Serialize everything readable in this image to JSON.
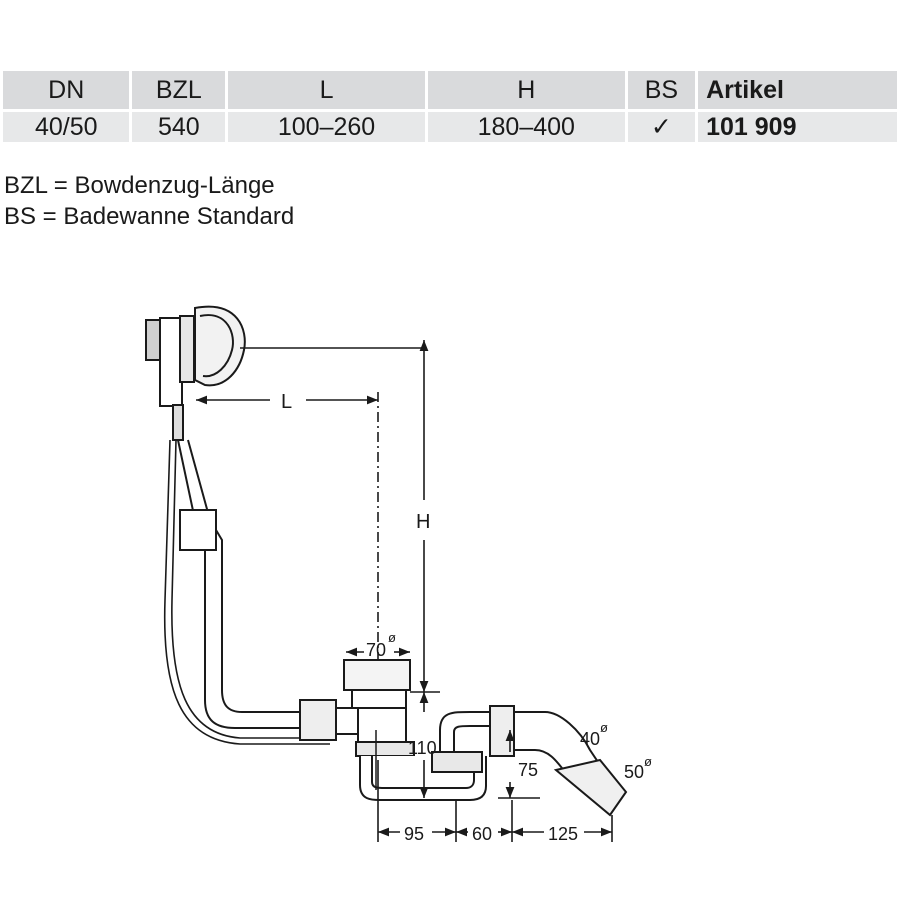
{
  "table": {
    "headers": [
      "DN",
      "BZL",
      "L",
      "H",
      "BS",
      "Artikel"
    ],
    "row": [
      "40/50",
      "540",
      "100–260",
      "180–400",
      "✓",
      "101 909"
    ]
  },
  "legend": [
    "BZL = Bowdenzug-Länge",
    "BS = Badewanne Standard"
  ],
  "dimensions": {
    "L": "L",
    "H": "H",
    "d70": "70",
    "d110": "110",
    "d75": "75",
    "d40": "40",
    "d50": "50",
    "d95": "95",
    "d60": "60",
    "d125": "125",
    "diameter_symbol": "ø"
  }
}
